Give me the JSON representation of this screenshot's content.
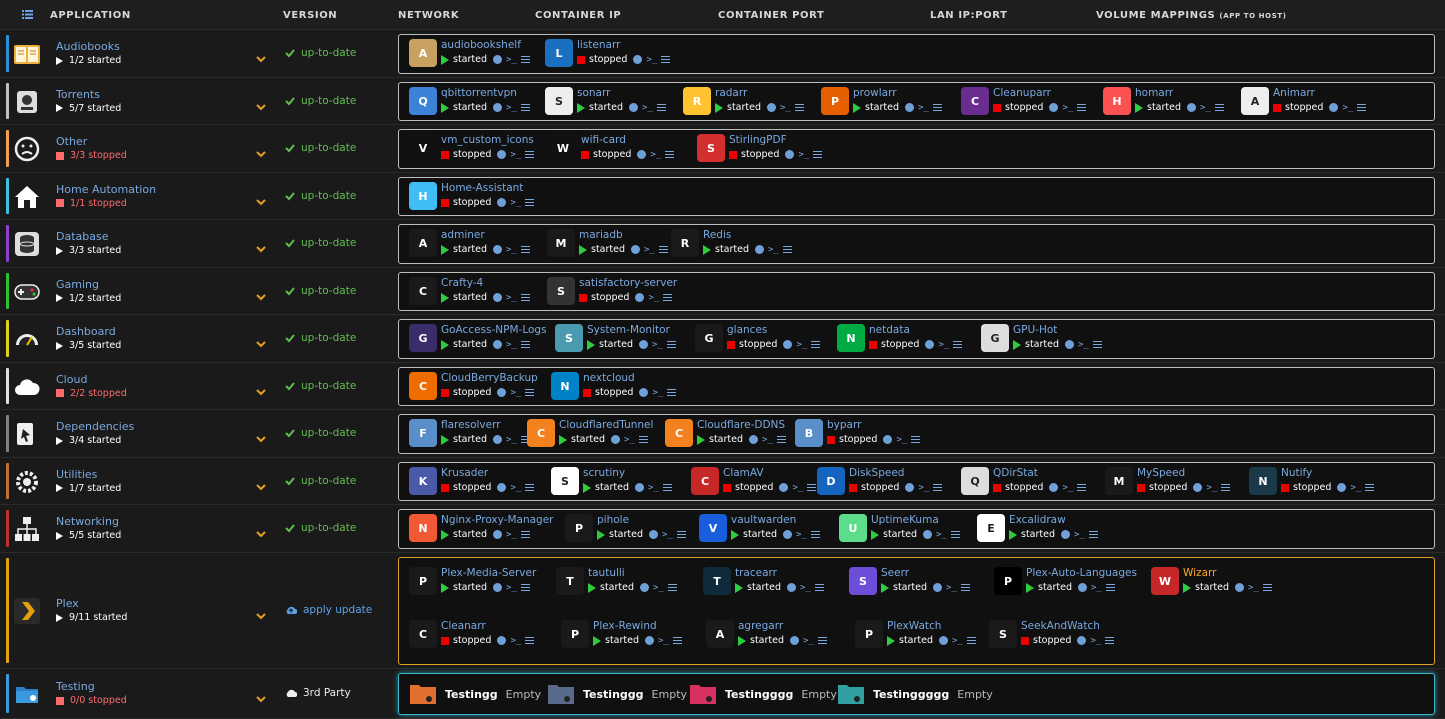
{
  "header": {
    "application": "APPLICATION",
    "version": "VERSION",
    "network": "NETWORK",
    "container_ip": "CONTAINER IP",
    "container_port": "CONTAINER PORT",
    "lan_ip_port": "LAN IP:PORT",
    "volume_mappings": "VOLUME MAPPINGS",
    "volume_mappings_sub": "(APP TO HOST)"
  },
  "groups": [
    {
      "name": "Audiobooks",
      "status": "1/2 started",
      "state": "started",
      "version": "up-to-date",
      "version_state": "ok",
      "color": "#2f8ed8",
      "icon": "book-icon",
      "containers": [
        {
          "name": "audiobookshelf",
          "state": "started",
          "icon_color": "#c8a060"
        },
        {
          "name": "listenarr",
          "state": "stopped",
          "icon_color": "#1a6fc0"
        }
      ]
    },
    {
      "name": "Torrents",
      "status": "5/7 started",
      "state": "started",
      "version": "up-to-date",
      "version_state": "ok",
      "color": "#c0c0c0",
      "icon": "router-icon",
      "containers": [
        {
          "name": "qbittorrentvpn",
          "state": "started",
          "icon_color": "#3b82d8"
        },
        {
          "name": "sonarr",
          "state": "started",
          "icon_color": "#eee"
        },
        {
          "name": "radarr",
          "state": "started",
          "icon_color": "#ffc230"
        },
        {
          "name": "prowlarr",
          "state": "started",
          "icon_color": "#e66000"
        },
        {
          "name": "Cleanuparr",
          "state": "stopped",
          "icon_color": "#6a2d8f"
        },
        {
          "name": "homarr",
          "state": "started",
          "icon_color": "#fa5252"
        },
        {
          "name": "Animarr",
          "state": "stopped",
          "icon_color": "#eee"
        }
      ]
    },
    {
      "name": "Other",
      "status": "3/3 stopped",
      "state": "stopped",
      "version": "up-to-date",
      "version_state": "ok",
      "color": "#f0a050",
      "icon": "face-icon",
      "containers": [
        {
          "name": "vm_custom_icons",
          "state": "stopped",
          "icon_color": "#111"
        },
        {
          "name": "wifi-card",
          "state": "stopped",
          "icon_color": "#111"
        },
        {
          "name": "StirlingPDF",
          "state": "stopped",
          "icon_color": "#d32f2f"
        }
      ]
    },
    {
      "name": "Home Automation",
      "status": "1/1 stopped",
      "state": "stopped",
      "version": "up-to-date",
      "version_state": "ok",
      "color": "#40c0e0",
      "icon": "house-icon",
      "containers": [
        {
          "name": "Home-Assistant",
          "state": "stopped",
          "icon_color": "#41bdf5"
        }
      ]
    },
    {
      "name": "Database",
      "status": "3/3 started",
      "state": "started",
      "version": "up-to-date",
      "version_state": "ok",
      "color": "#9040d0",
      "icon": "database-icon",
      "containers": [
        {
          "name": "adminer",
          "state": "started",
          "icon_color": "#1a1a1a"
        },
        {
          "name": "mariadb",
          "state": "started",
          "icon_color": "#1a1a1a"
        },
        {
          "name": "Redis",
          "state": "started",
          "icon_color": "#1a1a1a"
        }
      ]
    },
    {
      "name": "Gaming",
      "status": "1/2 started",
      "state": "started",
      "version": "up-to-date",
      "version_state": "ok",
      "color": "#30c030",
      "icon": "gamepad-icon",
      "containers": [
        {
          "name": "Crafty-4",
          "state": "started",
          "icon_color": "#1a1a1a"
        },
        {
          "name": "satisfactory-server",
          "state": "stopped",
          "icon_color": "#333"
        }
      ]
    },
    {
      "name": "Dashboard",
      "status": "3/5 started",
      "state": "started",
      "version": "up-to-date",
      "version_state": "ok",
      "color": "#e0d020",
      "icon": "gauge-icon",
      "containers": [
        {
          "name": "GoAccess-NPM-Logs",
          "state": "started",
          "icon_color": "#3a2d6a"
        },
        {
          "name": "System-Monitor",
          "state": "started",
          "icon_color": "#4a9bb0"
        },
        {
          "name": "glances",
          "state": "stopped",
          "icon_color": "#1a1a1a"
        },
        {
          "name": "netdata",
          "state": "stopped",
          "icon_color": "#00ab44"
        },
        {
          "name": "GPU-Hot",
          "state": "started",
          "icon_color": "#ddd"
        }
      ]
    },
    {
      "name": "Cloud",
      "status": "2/2 stopped",
      "state": "stopped",
      "version": "up-to-date",
      "version_state": "ok",
      "color": "#e0e0e0",
      "icon": "cloud-icon",
      "containers": [
        {
          "name": "CloudBerryBackup",
          "state": "stopped",
          "icon_color": "#ef6c00"
        },
        {
          "name": "nextcloud",
          "state": "stopped",
          "icon_color": "#0082c9"
        }
      ]
    },
    {
      "name": "Dependencies",
      "status": "3/4 started",
      "state": "started",
      "version": "up-to-date",
      "version_state": "ok",
      "color": "#808080",
      "icon": "plugin-icon",
      "containers": [
        {
          "name": "flaresolverr",
          "state": "started",
          "icon_color": "#5a8ec8"
        },
        {
          "name": "CloudflaredTunnel",
          "state": "started",
          "icon_color": "#f48120"
        },
        {
          "name": "Cloudflare-DDNS",
          "state": "started",
          "icon_color": "#f48120"
        },
        {
          "name": "byparr",
          "state": "stopped",
          "icon_color": "#5a8ec8"
        }
      ]
    },
    {
      "name": "Utilities",
      "status": "1/7 started",
      "state": "started",
      "version": "up-to-date",
      "version_state": "ok",
      "color": "#c07030",
      "icon": "gears-icon",
      "containers": [
        {
          "name": "Krusader",
          "state": "stopped",
          "icon_color": "#4a5aa8"
        },
        {
          "name": "scrutiny",
          "state": "started",
          "icon_color": "#fff"
        },
        {
          "name": "ClamAV",
          "state": "stopped",
          "icon_color": "#c62828"
        },
        {
          "name": "DiskSpeed",
          "state": "stopped",
          "icon_color": "#1565c0"
        },
        {
          "name": "QDirStat",
          "state": "stopped",
          "icon_color": "#ddd"
        },
        {
          "name": "MySpeed",
          "state": "stopped",
          "icon_color": "#1a1a1a"
        },
        {
          "name": "Nutify",
          "state": "stopped",
          "icon_color": "#1a3a4a"
        }
      ]
    },
    {
      "name": "Networking",
      "status": "5/5 started",
      "state": "started",
      "version": "up-to-date",
      "version_state": "ok",
      "color": "#c03030",
      "icon": "network-icon",
      "containers": [
        {
          "name": "Nginx-Proxy-Manager",
          "state": "started",
          "icon_color": "#f15833"
        },
        {
          "name": "pihole",
          "state": "started",
          "icon_color": "#1a1a1a"
        },
        {
          "name": "vaultwarden",
          "state": "started",
          "icon_color": "#175ddc"
        },
        {
          "name": "UptimeKuma",
          "state": "started",
          "icon_color": "#5cdd8b"
        },
        {
          "name": "Excalidraw",
          "state": "started",
          "icon_color": "#fff"
        }
      ]
    },
    {
      "name": "Plex",
      "status": "9/11 started",
      "state": "started",
      "version": "apply update",
      "version_state": "update",
      "color": "#e5a00d",
      "icon": "plex-icon",
      "containers": [
        {
          "name": "Plex-Media-Server",
          "state": "started",
          "icon_color": "#1a1a1a"
        },
        {
          "name": "tautulli",
          "state": "started",
          "icon_color": "#1a1a1a"
        },
        {
          "name": "tracearr",
          "state": "started",
          "icon_color": "#0f2a3a"
        },
        {
          "name": "Seerr",
          "state": "started",
          "icon_color": "#6d4ed8"
        },
        {
          "name": "Plex-Auto-Languages",
          "state": "started",
          "icon_color": "#000"
        },
        {
          "name": "Wizarr",
          "state": "started",
          "icon_color": "#c62828",
          "highlight": true
        },
        {
          "name": "Cleanarr",
          "state": "stopped",
          "icon_color": "#1a1a1a"
        },
        {
          "name": "Plex-Rewind",
          "state": "started",
          "icon_color": "#1a1a1a"
        },
        {
          "name": "agregarr",
          "state": "started",
          "icon_color": "#1a1a1a"
        },
        {
          "name": "PlexWatch",
          "state": "started",
          "icon_color": "#1a1a1a"
        },
        {
          "name": "SeekAndWatch",
          "state": "stopped",
          "icon_color": "#1a1a1a"
        }
      ]
    },
    {
      "name": "Testing",
      "status": "0/0 stopped",
      "state": "stopped",
      "version": "3rd Party",
      "version_state": "third",
      "color": "#3a9ad8",
      "icon": "folder-icon",
      "folders": [
        {
          "name": "Testingg",
          "empty": "Empty",
          "color": "#e07030"
        },
        {
          "name": "Testinggg",
          "empty": "Empty",
          "color": "#5a6a8a"
        },
        {
          "name": "Testingggg",
          "empty": "Empty",
          "color": "#d83060"
        },
        {
          "name": "Testinggggg",
          "empty": "Empty",
          "color": "#30a0a0"
        }
      ]
    }
  ]
}
